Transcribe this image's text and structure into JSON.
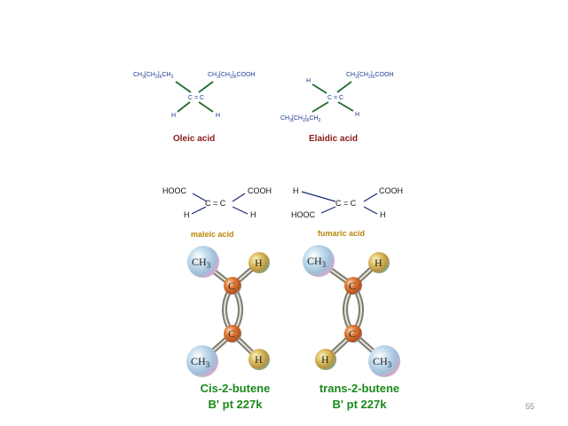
{
  "oleic": {
    "left_chain": [
      "CH",
      "3",
      "[CH",
      "2",
      "]",
      "6",
      "CH",
      "2"
    ],
    "right_chain": [
      "CH",
      "2",
      "[CH",
      "2",
      "]",
      "6",
      "COOH"
    ],
    "double_bond": "C = C",
    "h_left": "H",
    "h_right": "H",
    "caption": "Oleic acid"
  },
  "elaidic": {
    "top_left_h": "H",
    "right_chain": [
      "CH",
      "2",
      "[CH",
      "2",
      "]",
      "6",
      "COOH"
    ],
    "double_bond": "C = C",
    "bottom_chain": [
      "CH",
      "3",
      "[CH",
      "2",
      "]",
      "6",
      "CH",
      "2"
    ],
    "h_right": "H",
    "caption": "Elaidic acid"
  },
  "maleic": {
    "top_left": "HOOC",
    "top_right": "COOH",
    "double_bond": "C = C",
    "bottom_left": "H",
    "bottom_right": "H",
    "caption": "maleic acid"
  },
  "fumaric": {
    "top_left": "H",
    "top_right": "COOH",
    "double_bond": "C = C",
    "bottom_left": "HOOC",
    "bottom_right": "H",
    "caption": "fumaric acid"
  },
  "cis_model": {
    "top_left_atom": [
      "CH",
      "3"
    ],
    "top_right_atom": "H",
    "carbon_top": "C",
    "carbon_bottom": "C",
    "bottom_left_atom": [
      "CH",
      "3"
    ],
    "bottom_right_atom": "H",
    "name": "Cis-2-butene",
    "bp": "B' pt 227k"
  },
  "trans_model": {
    "top_left_atom": [
      "CH",
      "3"
    ],
    "top_right_atom": "H",
    "carbon_top": "C",
    "carbon_bottom": "C",
    "bottom_left_atom": "H",
    "bottom_right_atom": [
      "CH",
      "3"
    ],
    "name": "trans-2-butene",
    "bp": "B' pt 227k"
  },
  "slide_number": "55",
  "colors": {
    "bond_green": "#1e6b2e",
    "formula_blue": "#1f3a93",
    "caption_red": "#8b1a1a",
    "caption_gold": "#b8860b",
    "caption_green": "#1b8a1b",
    "ch3_sphere": "#9fc3e0",
    "h_sphere": "#c9a449",
    "c_sphere": "#d6692a"
  }
}
